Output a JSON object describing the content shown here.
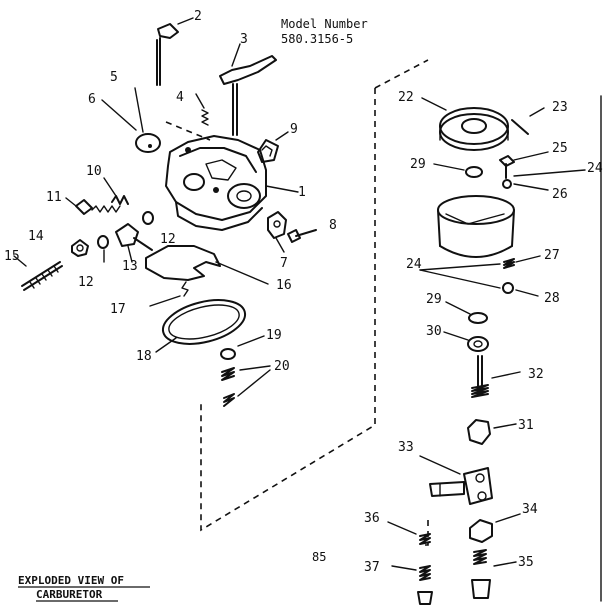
{
  "header": {
    "model_label": "Model Number",
    "model_value": "580.3156-5"
  },
  "page_number": "85",
  "caption": {
    "line1": "EXPLODED VIEW OF",
    "line2": "CARBURETOR"
  },
  "callouts": {
    "c1": "1",
    "c2": "2",
    "c3": "3",
    "c4": "4",
    "c5": "5",
    "c6": "6",
    "c7": "7",
    "c8": "8",
    "c9": "9",
    "c10": "10",
    "c11": "11",
    "c12a": "12",
    "c12b": "12",
    "c13": "13",
    "c14": "14",
    "c15": "15",
    "c16": "16",
    "c17": "17",
    "c18": "18",
    "c19": "19",
    "c20": "20",
    "c22": "22",
    "c23": "23",
    "c24a": "24",
    "c24b": "24",
    "c25": "25",
    "c26": "26",
    "c27": "27",
    "c28": "28",
    "c29a": "29",
    "c29b": "29",
    "c30": "30",
    "c31": "31",
    "c32": "32",
    "c33": "33",
    "c34": "34",
    "c35": "35",
    "c36": "36",
    "c37": "37"
  },
  "icons": [
    "carburetor-body",
    "float-bowl",
    "bowl-nut",
    "gasket-ring",
    "fuel-needle"
  ]
}
